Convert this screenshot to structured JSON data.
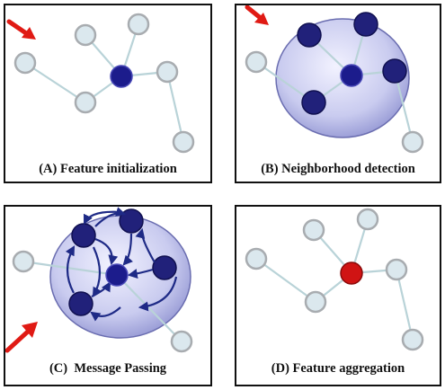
{
  "panels": {
    "a": {
      "caption": "(A) Feature initialization"
    },
    "b": {
      "caption": "(B) Neighborhood detection"
    },
    "c": {
      "caption": "(C)  Message Passing"
    },
    "d": {
      "caption": "(D) Feature aggregation"
    }
  },
  "colors": {
    "node_fill": "#dbe8ee",
    "node_stroke": "#a8acb0",
    "edge": "#b9d3d8",
    "center_node": "#1c1c8c",
    "neighbor_node": "#21217a",
    "aggregated_node": "#d01414",
    "arrow": "#e01a14",
    "neighborhood_fill": "#c9cbef",
    "message_arrow": "#1e2a86"
  },
  "icons": {
    "pointer": "red-arrow-icon"
  }
}
